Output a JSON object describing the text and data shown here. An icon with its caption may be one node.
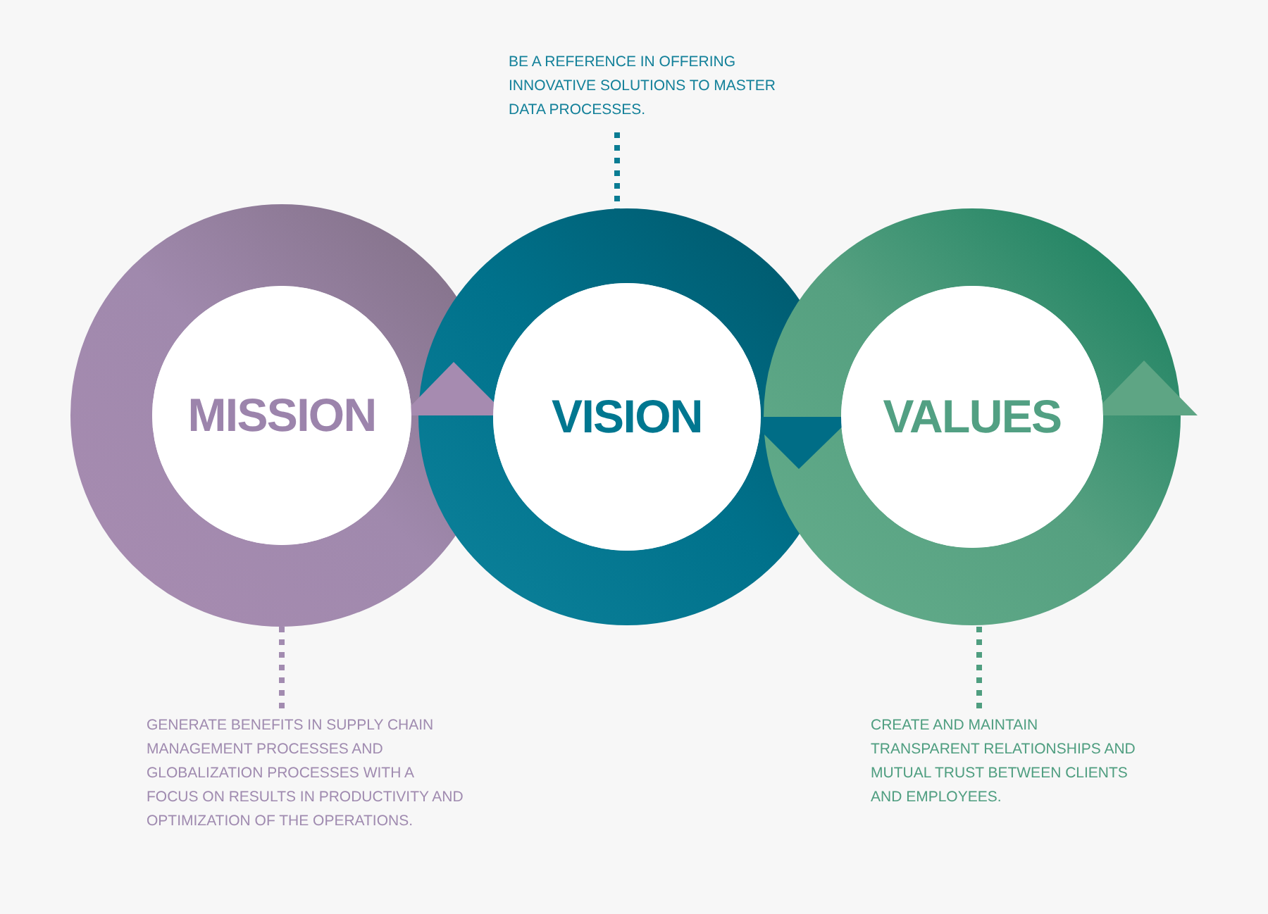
{
  "diagram": {
    "nodes": [
      {
        "text": [
          "MISSION"
        ]
      },
      {
        "text": [
          "VISION"
        ]
      },
      {
        "text": [
          "VALUES"
        ]
      },
      {
        "text": [
          "BE A REFERENCE IN OFFERING INNOVATIVE SOLUTIONS TO MASTER DATA PROCESSES."
        ]
      },
      {
        "text": [
          "GENERATE BENEFITS IN SUPPLY CHAIN MANAGEMENT PROCESSES AND GLOBALIZATION PROCESSES WITH A FOCUS ON RESULTS IN PRODUCTIVITY AND OPTIMIZATION OF THE OPERATIONS."
        ]
      },
      {
        "text": [
          "CREATE AND MAINTAIN TRANSPARENT RELATIONSHIPS AND MUTUAL TRUST BETWEEN CLIENTS AND EMPLOYEES."
        ]
      }
    ],
    "edges": [
      {
        "from": 3,
        "to": 1,
        "arrow": "none",
        "style": "dashed",
        "color": "#0a7c93"
      },
      {
        "from": 4,
        "to": 0,
        "arrow": "none",
        "style": "dashed",
        "color": "#a28bb0"
      },
      {
        "from": 5,
        "to": 2,
        "arrow": "none",
        "style": "dashed",
        "color": "#4f9e80"
      }
    ]
  }
}
